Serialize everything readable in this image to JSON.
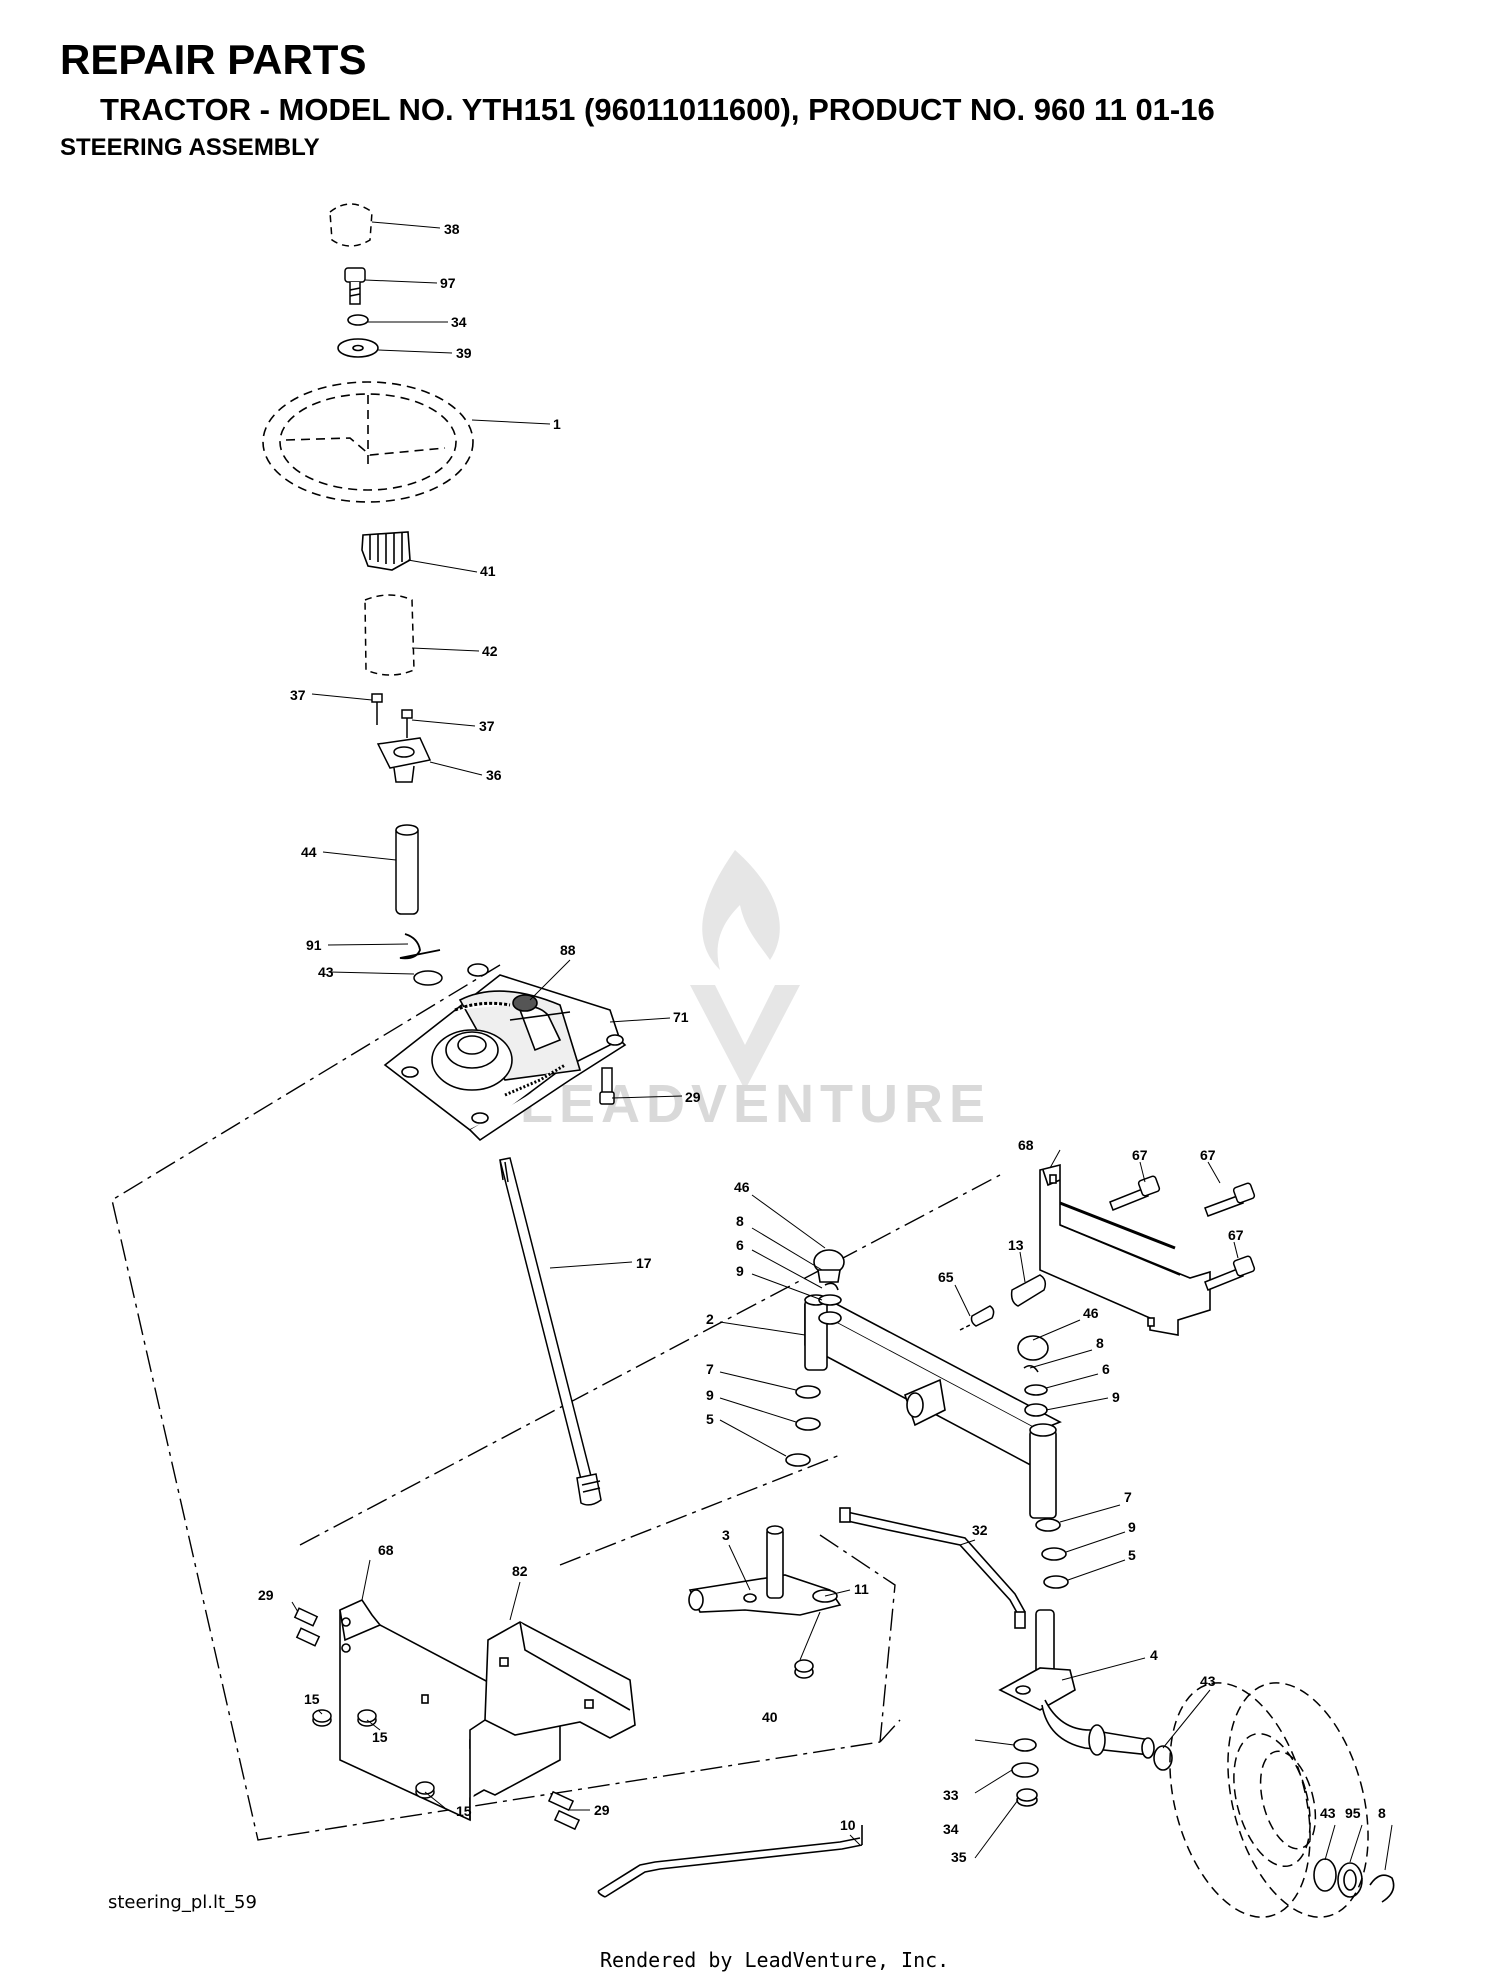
{
  "header": {
    "title": "REPAIR PARTS",
    "model_line": "TRACTOR - MODEL NO. YTH151 (96011011600), PRODUCT NO. 960 11 01-16",
    "section": "STEERING ASSEMBLY"
  },
  "parts": {
    "p38": "38",
    "p97": "97",
    "p34a": "34",
    "p39": "39",
    "p1": "1",
    "p41": "41",
    "p42": "42",
    "p37a": "37",
    "p37b": "37",
    "p36": "36",
    "p44": "44",
    "p91": "91",
    "p43a": "43",
    "p88": "88",
    "p71": "71",
    "p29a": "29",
    "p17": "17",
    "p68a": "68",
    "p67a": "67",
    "p67b": "67",
    "p67c": "67",
    "p13": "13",
    "p65": "65",
    "p46a": "46",
    "p8a": "8",
    "p6a": "6",
    "p9a": "9",
    "p2": "2",
    "p7a": "7",
    "p9b": "9",
    "p5a": "5",
    "p46b": "46",
    "p8b": "8",
    "p6b": "6",
    "p9c": "9",
    "p7b": "7",
    "p9d": "9",
    "p5b": "5",
    "p3": "3",
    "p11": "11",
    "p32": "32",
    "p4": "4",
    "p40": "40",
    "p43b": "43",
    "p33": "33",
    "p34b": "34",
    "p35": "35",
    "p43c": "43",
    "p95": "95",
    "p8c": "8",
    "p10": "10",
    "p68b": "68",
    "p29b": "29",
    "p82": "82",
    "p15a": "15",
    "p15b": "15",
    "p15c": "15",
    "p29c": "29"
  },
  "watermark": {
    "text": "LEADVENTURE"
  },
  "footer": {
    "file_ref": "steering_pl.lt_59",
    "rendered_by": "Rendered by LeadVenture, Inc."
  }
}
